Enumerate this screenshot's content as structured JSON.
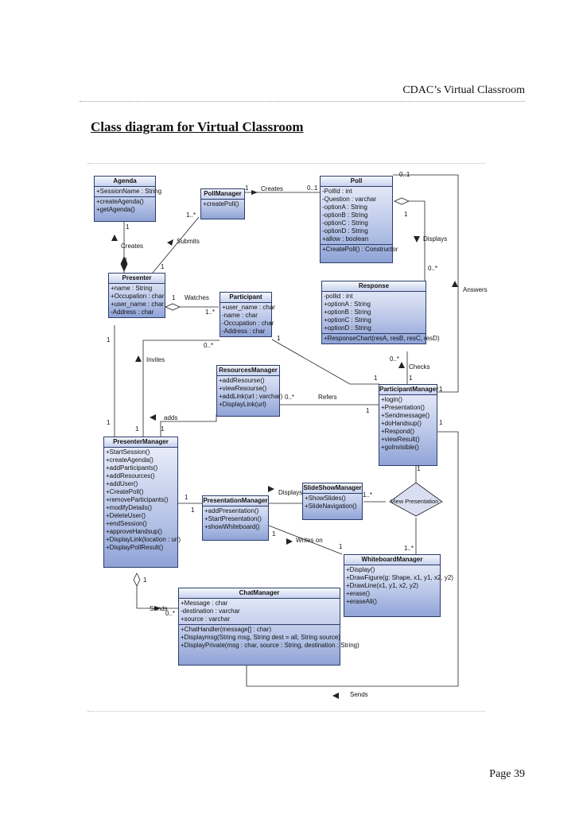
{
  "header": {
    "right_text": "CDAC’s Virtual Classroom"
  },
  "page_title": "Class diagram for Virtual Classroom",
  "footer": {
    "page": "Page 39"
  },
  "classes": {
    "agenda": {
      "name": "Agenda",
      "attrs": [
        "+SessionName : String"
      ],
      "ops": [
        "+createAgenda()",
        "+getAgenda()"
      ]
    },
    "pollmanager": {
      "name": "PollManager",
      "ops": [
        "+createPoll()"
      ]
    },
    "poll": {
      "name": "Poll",
      "attrs": [
        "-PollId : int",
        "-Question : varchar",
        "-optionA : String",
        "-optionB : String",
        "-optionC : String",
        "-optionD : String",
        "+allow : boolean"
      ],
      "ops": [
        "+CreatePoll() : Constructor"
      ]
    },
    "presenter": {
      "name": "Presenter",
      "attrs": [
        "+name : String",
        "+Occupation : char",
        "+user_name : char",
        "-Address : char"
      ]
    },
    "participant": {
      "name": "Participant",
      "attrs": [
        "+user_name : char",
        "-name : char",
        "-Occupation : char",
        "-Address : char"
      ]
    },
    "response": {
      "name": "Response",
      "attrs": [
        "-pollid : int",
        "+optionA : String",
        "+optionB : String",
        "+optionC : String",
        "+optionD : String"
      ],
      "ops": [
        "+ResponseChart(resA, resB, resC, resD)"
      ]
    },
    "resourcesmanager": {
      "name": "ResourcesManager",
      "ops": [
        "+addResourse()",
        "+viewResourse()",
        "+addLink(url : varchar)",
        "+DisplayLink(url)"
      ]
    },
    "participantmanager": {
      "name": "ParticipantManager",
      "ops": [
        "+login()",
        "+Presentation()",
        "+Sendmessage()",
        "+doHandsup()",
        "+Respond()",
        "+viewResult()",
        "+goInvisible()"
      ]
    },
    "presentermanager": {
      "name": "PresenterManager",
      "ops": [
        "+StartSession()",
        "+createAgenda()",
        "+addParticipants()",
        "+addResources()",
        "+addUser()",
        "+CreatePoll()",
        "+removeParticipants()",
        "+modifyDetails()",
        "+DeleteUser()",
        "+endSession()",
        "+approveHandsup()",
        "+DisplayLink(location : url)",
        "+DisplayPollResult()"
      ]
    },
    "slideshowmanager": {
      "name": "SlideShowManager",
      "ops": [
        "+ShowSlides()",
        "+SlideNavigation()"
      ]
    },
    "presentationmanager": {
      "name": "PresentationManager",
      "ops": [
        "+addPresentation()",
        "+StartPresentation()",
        "+showWhiteboard()"
      ]
    },
    "whiteboardmanager": {
      "name": "WhiteboardManager",
      "ops": [
        "+Display()",
        "+DrawFigure(g: Shape, x1, y1, x2, y2)",
        "+DrawLine(x1, y1, x2, y2)",
        "+erase()",
        "+eraseAll()"
      ]
    },
    "chatmanager": {
      "name": "ChatManager",
      "attrs": [
        "+Message : char",
        "-destination : varchar",
        "+source : varchar"
      ],
      "ops": [
        "+ChatHandler(message[] : char)",
        "+Displaymsg(String msg, String dest = all, String source)",
        "+DisplayPrivate(msg : char, source : String, destination : String)"
      ]
    }
  },
  "decision": {
    "label": "View Presentation"
  },
  "labels": {
    "creates1": "Creates",
    "creates2": "Creates",
    "submits": "Submits",
    "watches": "Watches",
    "displays1": "Displays",
    "answers": "Answers",
    "invites": "Invites",
    "checks": "Checks",
    "refers": "Refers",
    "adds": "adds",
    "displays2": "Displays",
    "writes_on": "Writes on",
    "sends1": "Sends",
    "sends2": "Sends"
  },
  "multiplicities": {
    "m1": "1",
    "m2": "0..1",
    "m3": "0..1",
    "m4": "1",
    "m5": "1..*",
    "m6": "1",
    "m7": "1",
    "m8": "1",
    "m9": "0..*",
    "m10": "1",
    "m11": "1..*",
    "m12": "1",
    "m13": "0..*",
    "m14": "1",
    "m15": "1",
    "m16": "0..*",
    "m17": "1",
    "m18": "0..*",
    "m19": "1",
    "m20": "1",
    "m21": "1",
    "m22": "1",
    "m23": "1",
    "m24": "1",
    "m25": "1",
    "m26": "1..*",
    "m27": "1",
    "m28": "1",
    "m29": "1..*",
    "m30": "1",
    "m31": "0..*",
    "m32": "1",
    "m33": "1"
  }
}
